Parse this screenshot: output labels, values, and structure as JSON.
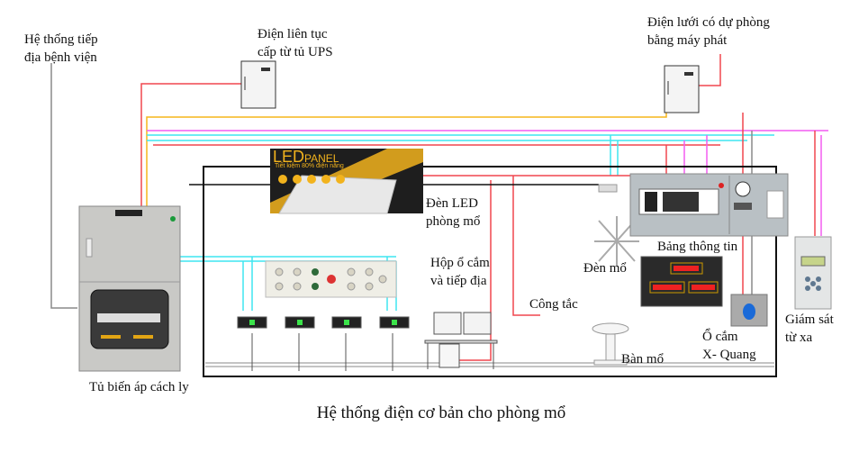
{
  "labels": {
    "grounding": [
      "Hệ thống tiếp",
      "địa bệnh viện"
    ],
    "ups": [
      "Điện liên tục",
      "cấp từ tủ UPS"
    ],
    "generator": [
      "Điện lưới có dự phòng",
      "bằng máy phát"
    ],
    "led": [
      "Đèn LED",
      "phòng mổ"
    ],
    "socket_box": [
      "Hộp ổ cắm",
      "và tiếp địa"
    ],
    "switch": "Công tắc",
    "surgical_lamp": "Đèn mổ",
    "info_board": "Bảng thông tin",
    "operating_table": "Bàn mổ",
    "xray_socket": [
      "Ổ cắm",
      "X- Quang"
    ],
    "remote_monitor": [
      "Giám sát",
      "từ xa"
    ],
    "transformer": "Tủ biến áp cách ly"
  },
  "caption": "Hệ thống điện cơ bản cho phòng mổ",
  "led_panel": {
    "brand_a": "LED",
    "brand_b": "PANEL",
    "slogan": "Tiết kiệm 80% điện năng"
  },
  "colors": {
    "red": "#f0474f",
    "pink": "#f25cf0",
    "cyan": "#3fe6f0",
    "orange": "#f5b51c",
    "gray": "#8a8a8a",
    "black": "#111111"
  }
}
